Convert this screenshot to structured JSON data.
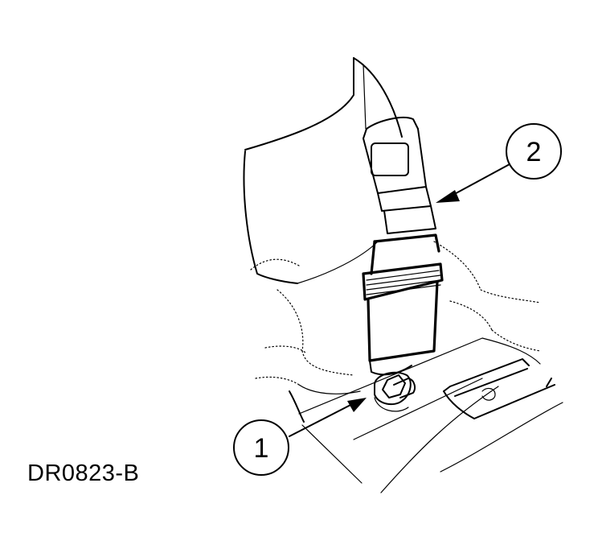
{
  "figure": {
    "id": "DR0823-B",
    "callouts": [
      {
        "number": "1"
      },
      {
        "number": "2"
      }
    ]
  }
}
